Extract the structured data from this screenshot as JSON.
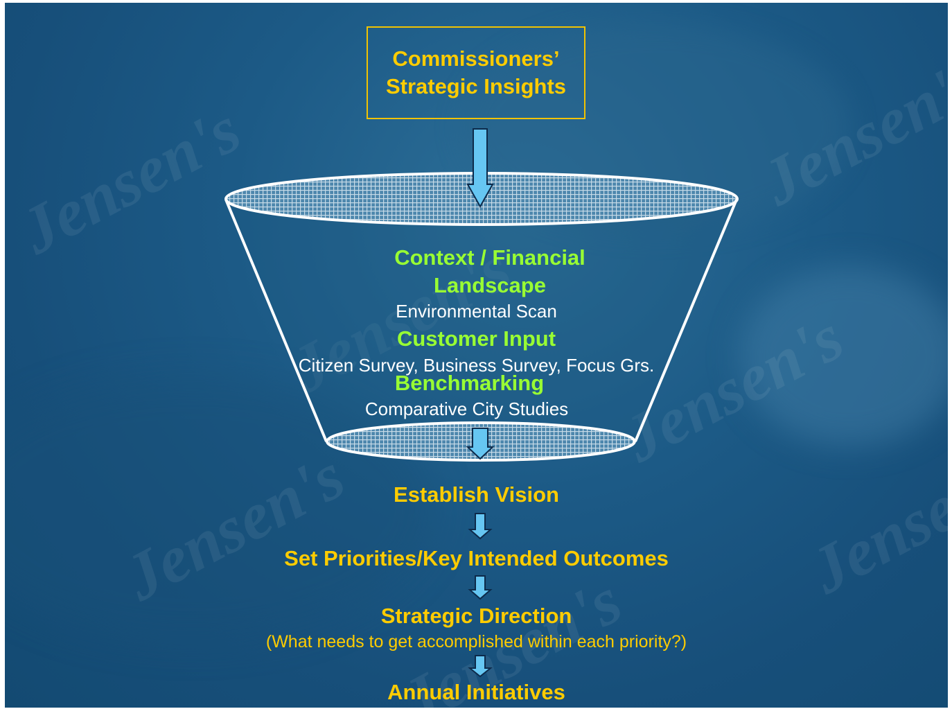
{
  "header": {
    "title": "Commissioners’ Strategic Insights"
  },
  "funnel": {
    "sections": [
      {
        "heading": "Context / Financial Landscape",
        "detail": "Environmental Scan"
      },
      {
        "heading": "Customer Input",
        "detail": "Citizen Survey, Business Survey, Focus Grs."
      },
      {
        "heading": "Benchmarking",
        "detail": "Comparative City Studies"
      }
    ]
  },
  "steps": [
    {
      "label": "Establish Vision"
    },
    {
      "label": "Set Priorities/Key Intended Outcomes"
    },
    {
      "label": "Strategic Direction",
      "note": "(What needs to get accomplished within each priority?)"
    },
    {
      "label": "Annual Initiatives"
    }
  ],
  "background": {
    "watermark_text": "Jensen's"
  },
  "colors": {
    "background": "#1c5a86",
    "title_text": "#ffcc00",
    "box_border": "#f2c300",
    "funnel_heading": "#99ff33",
    "funnel_detail": "#ffffff",
    "arrow_fill": "#66c6f2",
    "arrow_outline": "#0d2a4a",
    "funnel_outline": "#ffffff"
  }
}
